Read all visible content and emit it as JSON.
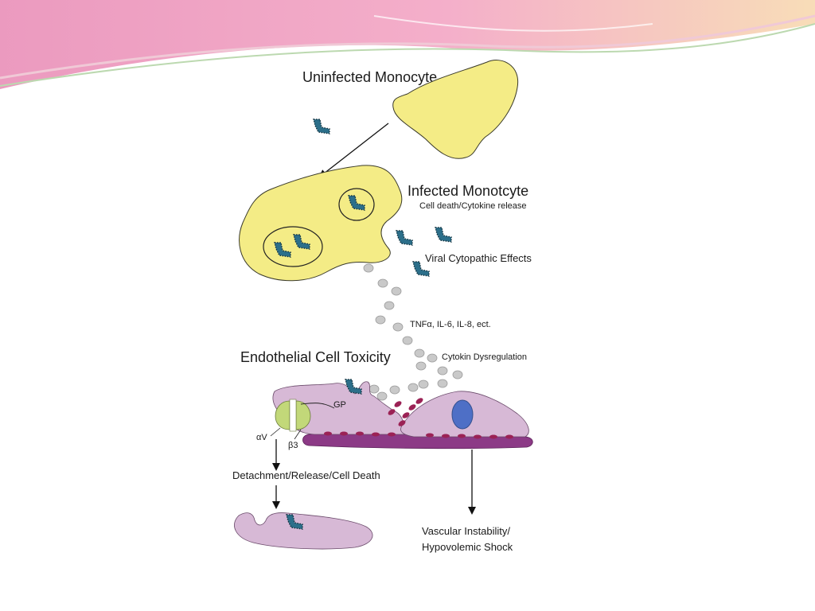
{
  "labels": {
    "uninfected": "Uninfected Monocyte",
    "infected": "Infected Monotcyte",
    "infected_sub": "Cell death/Cytokine release",
    "viral_effects": "Viral Cytopathic Effects",
    "cytokines": "TNFα, IL-6, IL-8, ect.",
    "endothelial": "Endothelial Cell Toxicity",
    "dysregulation": "Cytokin Dysregulation",
    "gp": "GP",
    "alpha_v": "αV",
    "beta3": "β3",
    "detachment": "Detachment/Release/Cell Death",
    "vascular_line1": "Vascular Instability/",
    "vascular_line2": "Hypovolemic Shock"
  },
  "colors": {
    "monocyte": "#f4ec86",
    "endothelial": "#d7b9d6",
    "basement": "#8c3a86",
    "junction": "#9b2255",
    "nucleus": "#4e6fc6",
    "cytokine": "#c9c9c9",
    "virus": "#2c6f8a",
    "integrin": "#c2d879"
  }
}
